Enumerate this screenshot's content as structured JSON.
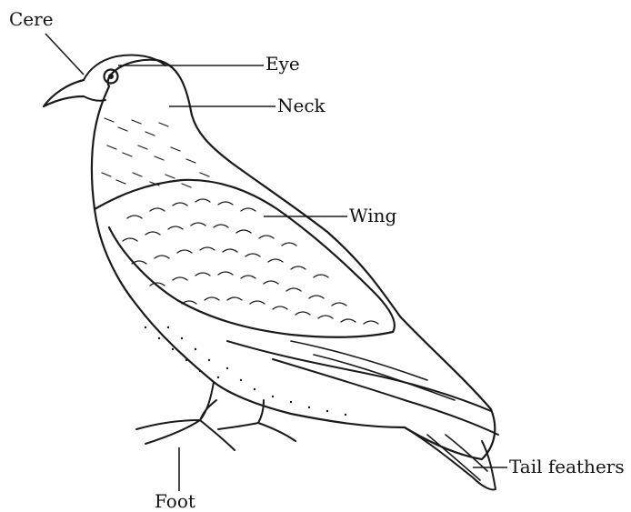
{
  "diagram": {
    "labels": {
      "cere": "Cere",
      "eye": "Eye",
      "neck": "Neck",
      "wing": "Wing",
      "tail": "Tail feathers",
      "foot": "Foot"
    }
  }
}
